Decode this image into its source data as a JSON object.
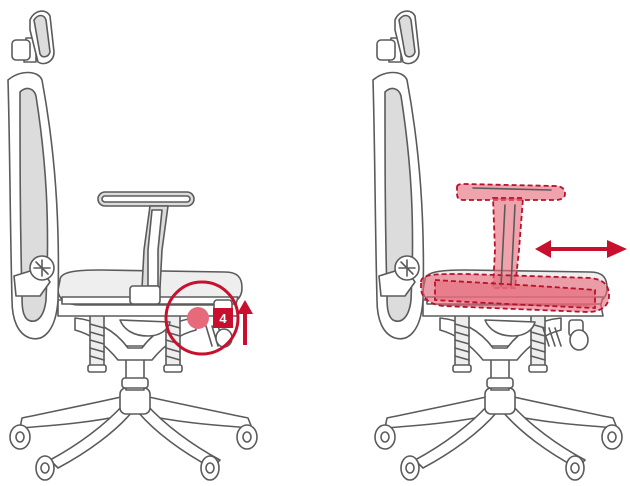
{
  "panels": [
    {
      "id": "before",
      "step_badge": "4",
      "action": "release-lever-up"
    },
    {
      "id": "after",
      "action": "slide-seat-forward-backward"
    }
  ],
  "colors": {
    "accent": "#c8102e",
    "highlight_fill": "#e76a7a",
    "outline": "#5b5b5b",
    "mesh": "#dcdcdc",
    "background": "#ffffff"
  }
}
